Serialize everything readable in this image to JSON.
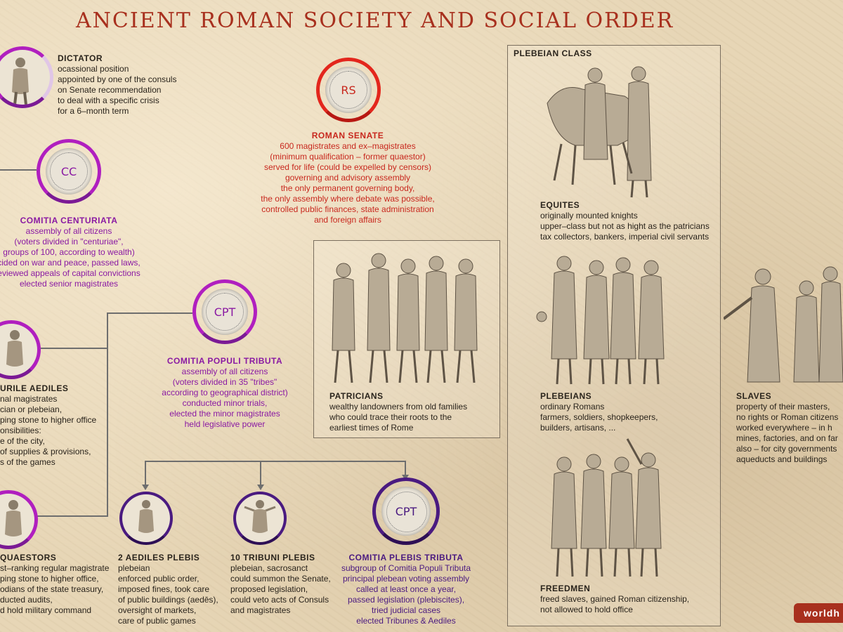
{
  "title": "ANCIENT ROMAN SOCIETY AND SOCIAL ORDER",
  "colors": {
    "accent_red": "#c8281e",
    "purple": "#8a1aa3",
    "dark_purple": "#4a1a80",
    "parchment": "#e7d6b6"
  },
  "dictator": {
    "heading": "DICTATOR",
    "lines": [
      "ocassional position",
      "appointed by one of the consuls",
      "on Senate recommendation",
      "to deal with a specific crisis",
      "for a 6–month term"
    ]
  },
  "senate": {
    "seal": "RS",
    "heading": "ROMAN SENATE",
    "lines": [
      "600 magistrates and ex–magistrates",
      "(minimum qualification – former quaestor)",
      "served for life (could be expelled by censors)",
      "governing and advisory assembly",
      "the only permanent governing body,",
      "the only assembly where debate was possible,",
      "controlled public finances, state administration",
      "and foreign affairs"
    ]
  },
  "comitia_centuriata": {
    "seal": "CC",
    "heading": "COMITIA CENTURIATA",
    "lines": [
      "assembly of all citizens",
      "(voters divided in \"centuriae\",",
      "groups of 100, according to wealth)",
      "cided on war and peace, passed laws,",
      "eviewed appeals of capital convictions",
      "elected senior magistrates"
    ]
  },
  "comitia_populi_tributa": {
    "seal": "CPT",
    "heading": "COMITIA POPULI TRIBUTA",
    "lines": [
      "assembly of all citizens",
      "(voters divided in 35 \"tribes\"",
      "according to geographical district)",
      "conducted minor trials,",
      "elected the minor magistrates",
      "held legislative power"
    ]
  },
  "curule_aediles": {
    "heading": "URILE AEDILES",
    "lines": [
      "nal magistrates",
      "cian or plebeian,",
      "ping stone to higher office",
      "onsibilities:",
      "e of the city,",
      "of supplies & provisions,",
      "s of the games"
    ]
  },
  "quaestors": {
    "heading": "QUAESTORS",
    "lines": [
      "st–ranking regular magistrate",
      "ping stone to higher office,",
      "odians of the state treasury,",
      "ducted audits,",
      "d hold military command"
    ]
  },
  "aediles_plebis": {
    "heading": "2 AEDILES PLEBIS",
    "lines": [
      "plebeian",
      "enforced public order,",
      "imposed fines, took care",
      "of public buildings (aedēs),",
      "oversight of markets,",
      "care of public games"
    ]
  },
  "tribuni_plebis": {
    "heading": "10 TRIBUNI PLEBIS",
    "lines": [
      "plebeian, sacrosanct",
      "could summon the Senate,",
      "proposed legislation,",
      "could veto acts of Consuls",
      "and magistrates"
    ]
  },
  "comitia_plebis_tributa": {
    "seal": "CPT",
    "heading": "COMITIA PLEBIS TRIBUTA",
    "lines": [
      "subgroup of Comitia Populi Tributa",
      "principal plebean voting assembly",
      "called at least once a year,",
      "passed legislation (plebiscites),",
      "tried judicial cases",
      "elected Tribunes & Aediles"
    ]
  },
  "patricians": {
    "heading": "PATRICIANS",
    "lines": [
      "wealthy landowners from old families",
      "who could trace their roots to the",
      "earliest times of Rome"
    ]
  },
  "plebeian_class": {
    "label": "PLEBEIAN CLASS",
    "equites": {
      "heading": "EQUITES",
      "lines": [
        "originally mounted knights",
        "upper–class but not as hight as the patricians",
        "tax collectors, bankers, imperial civil servants"
      ]
    },
    "plebeians": {
      "heading": "PLEBEIANS",
      "lines": [
        "ordinary Romans",
        "farmers, soldiers, shopkeepers,",
        "builders, artisans, ..."
      ]
    },
    "freedmen": {
      "heading": "FREEDMEN",
      "lines": [
        "freed slaves, gained Roman citizenship,",
        "not allowed to hold office"
      ]
    }
  },
  "slaves": {
    "heading": "SLAVES",
    "lines": [
      "property of their masters,",
      "no rights or Roman citizens",
      "worked everywhere – in h",
      "mines, factories, and on far",
      "also – for city governments",
      "aqueducts and buildings"
    ]
  },
  "watermark": "worldh"
}
